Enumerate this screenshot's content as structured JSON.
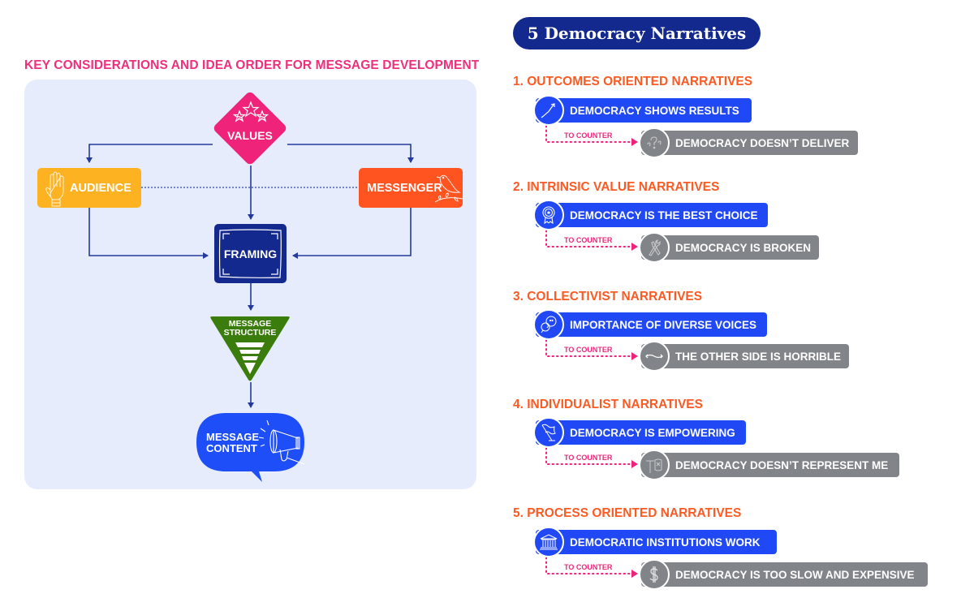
{
  "left": {
    "title": "KEY CONSIDERATIONS AND IDEA ORDER FOR MESSAGE DEVELOPMENT",
    "nodes": {
      "values": "VALUES",
      "audience": "AUDIENCE",
      "messenger": "MESSENGER",
      "framing": "FRAMING",
      "structure_line1": "MESSAGE",
      "structure_line2": "STRUCTURE",
      "content_line1": "MESSAGE",
      "content_line2": "CONTENT"
    },
    "icons": {
      "values": "stars-icon",
      "audience": "raised-hand-icon",
      "messenger": "bird-icon",
      "framing": "frame-icon",
      "structure": "funnel-icon",
      "content": "megaphone-icon"
    }
  },
  "right": {
    "title": "5 Democracy Narratives",
    "counter_label": "TO COUNTER",
    "sections": [
      {
        "title": "1. OUTCOMES ORIENTED NARRATIVES",
        "narrative": "DEMOCRACY SHOWS RESULTS",
        "narrative_icon": "rising-arrow-icon",
        "counter": "DEMOCRACY DOESN’T DELIVER",
        "counter_icon": "question-marks-icon"
      },
      {
        "title": "2. INTRINSIC VALUE NARRATIVES",
        "narrative": "DEMOCRACY IS THE BEST CHOICE",
        "narrative_icon": "award-ribbon-icon",
        "counter": "DEMOCRACY IS BROKEN",
        "counter_icon": "wrench-screwdriver-icon"
      },
      {
        "title": "3. COLLECTIVIST NARRATIVES",
        "narrative": "IMPORTANCE OF DIVERSE VOICES",
        "narrative_icon": "speech-bubbles-icon",
        "counter": "THE OTHER SIDE IS HORRIBLE",
        "counter_icon": "opposing-arrows-icon"
      },
      {
        "title": "4. INDIVIDUALIST NARRATIVES",
        "narrative": "DEMOCRACY IS EMPOWERING",
        "narrative_icon": "flag-icon",
        "counter": "DEMOCRACY DOESN’T REPRESENT ME",
        "counter_icon": "protest-sign-icon"
      },
      {
        "title": "5. PROCESS ORIENTED NARRATIVES",
        "narrative": "DEMOCRATIC INSTITUTIONS WORK",
        "narrative_icon": "institution-building-icon",
        "counter": "DEMOCRACY IS TOO SLOW AND EXPENSIVE",
        "counter_icon": "dollar-sign-icon"
      }
    ]
  },
  "colors": {
    "pink": "#f0237a",
    "navy": "#13298e",
    "blue": "#2049f5",
    "grey": "#818589",
    "orange_title": "#fb5a23",
    "audience": "#fdb321",
    "messenger": "#ff5320",
    "structure": "#3a7d0c",
    "panel_bg": "#e6ecfc"
  }
}
